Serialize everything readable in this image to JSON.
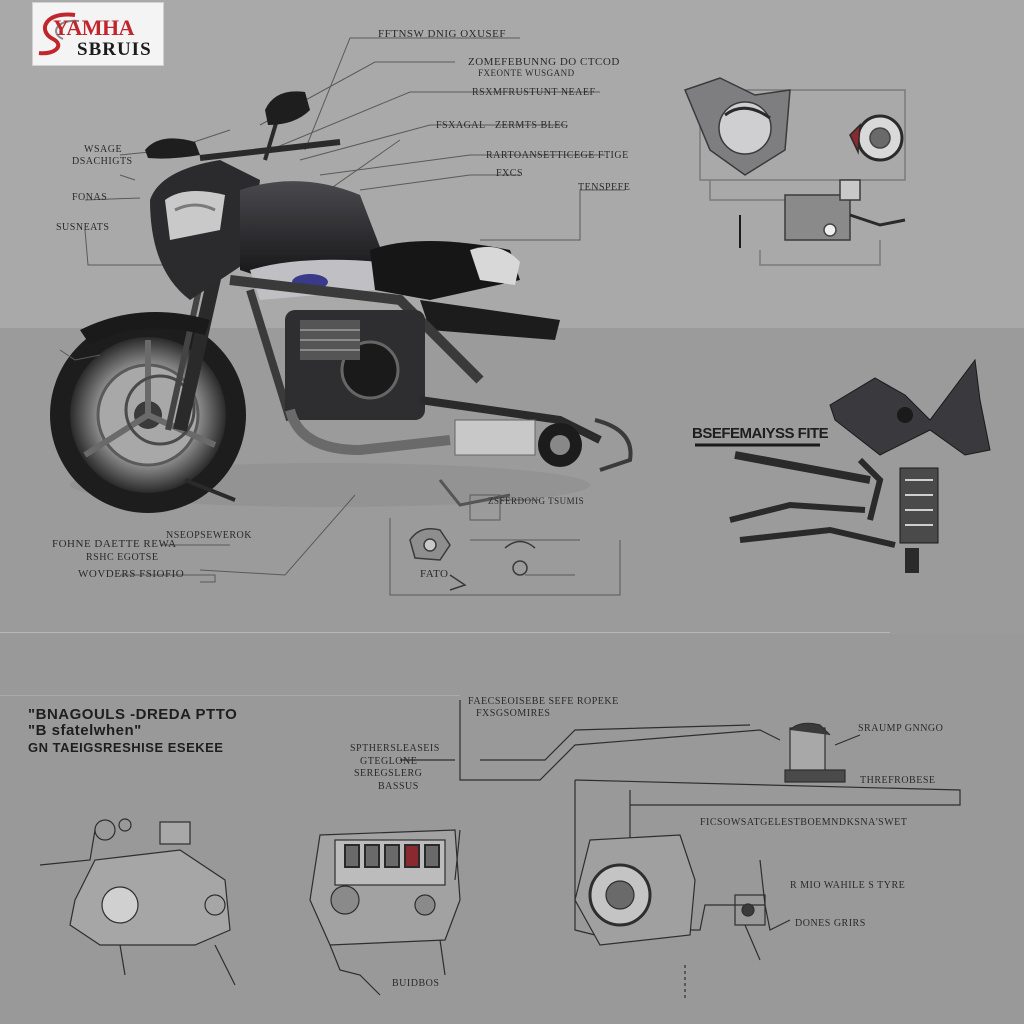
{
  "logo": {
    "line1": "YAMHA",
    "line2": "SBRUIS"
  },
  "top_labels": {
    "l1": "FFTNSW  DNIG OXUSEF",
    "l2": "ZOMEFEBUNNG DO  CTCOD",
    "l3": "FXEONTE WUSGAND",
    "l4": "RSXMFRUSTUNT NEAEF",
    "l5": "FSXAGAL",
    "l6": "ZERMTS BLEG",
    "l7": "RARTOANSETTICEGE FTIGE",
    "l8": "FXCS",
    "l9": "TENSPEFE",
    "l10": "WSAGE",
    "l11": "DSACHIGTS",
    "l12": "FONAS",
    "l13": "SUSNEATS"
  },
  "mid_labels": {
    "right_title": "BSEFEMAIYSS FITE",
    "left1": "FOHNE DAETTE REWA",
    "left2": "RSHC EGOTSE",
    "left3": "WOVDERS FSIOFIO",
    "m1": "NSEOPSEWEROK",
    "m2": "ZSFERDONG TSUMIS",
    "m3": "FATO"
  },
  "bottom_labels": {
    "heading1": "\"BNAGOULS  -DREDA PTTO",
    "heading2": "\"B  sfatelwhen\"",
    "heading3": "GN  TAEIGSRESHISE ESEKEE",
    "c1": "FAECSEOISEBE SEFE ROPEKE",
    "c2": "FXSGSOMIRES",
    "c3": "SPTHERSLEASEIS",
    "c4": "GTEGLONE",
    "c5": "SEREGSLERG",
    "c6": "BASSUS",
    "r1": "SRAUMP GNNGO",
    "r2": "THREFROBESE",
    "r3": "FICSOWSATGELESTBOEMNDKSNA'SWET",
    "r4": "R MIO WAHILE S TYRE",
    "r5": "DONES GRIRS",
    "b1": "BUIDBOS"
  },
  "colors": {
    "logo_red": "#c0262b",
    "bike_black": "#1c1c1e",
    "leader_line": "#5a5a5a"
  }
}
